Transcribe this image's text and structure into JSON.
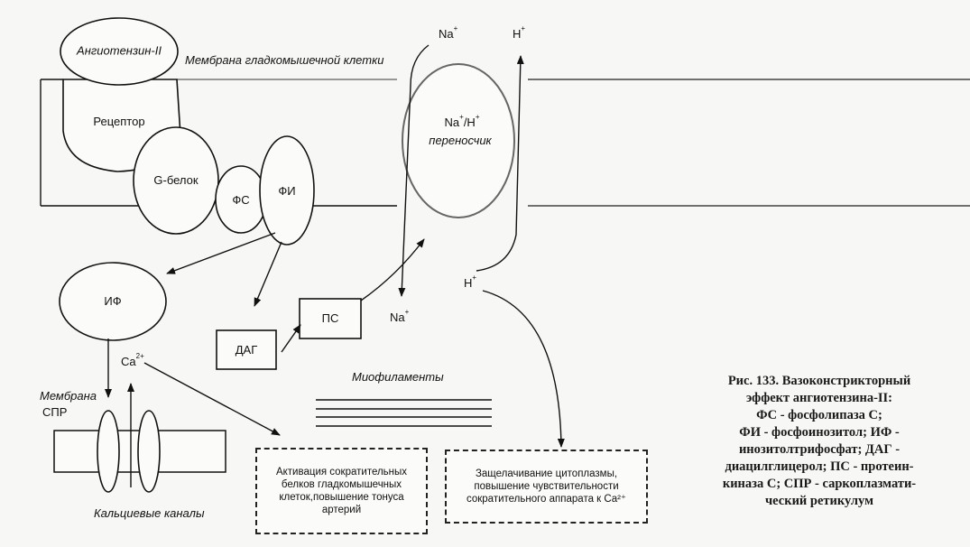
{
  "labels": {
    "angiotensin": "Ангиотензин-II",
    "membrane": "Мембрана гладкомышечной клетки",
    "receptor": "Рецептор",
    "g_protein": "G-белок",
    "ps": "ФС",
    "pi": "ФИ",
    "ip": "ИФ",
    "dag": "ДАГ",
    "pk": "ПС",
    "na_top": "Na",
    "na_bottom": "Na",
    "h_top": "H",
    "h_bottom": "H",
    "plus": "+",
    "exchanger_line1_a": "Na",
    "exchanger_line1_b": "/H",
    "exchanger_line2": "переносчик",
    "ca": "Ca",
    "ca_sup": "2+",
    "spr_membrane_1": "Мембрана",
    "spr_membrane_2": "СПР",
    "calcium_channels": "Кальциевые каналы",
    "myofilaments": "Миофиламенты"
  },
  "boxes": {
    "activation": [
      "Активация сократительных",
      "белков гладкомышечных",
      "клеток,повышение тонуса",
      "артерий"
    ],
    "alkalization": [
      "Защелачивание цитоплазмы,",
      "повышение чувствительности",
      "сократительного аппарата к Ca²⁺"
    ]
  },
  "caption": [
    "Рис. 133. Вазоконстрикторный",
    "эффект ангиотензина-II:",
    "ФС - фосфолипаза С;",
    "ФИ - фосфоинозитол; ИФ -",
    "инозитолтрифосфат; ДАГ -",
    "диацилглицерол; ПС - протеин-",
    "киназа С; СПР - саркоплазмати-",
    "ческий ретикулум"
  ]
}
